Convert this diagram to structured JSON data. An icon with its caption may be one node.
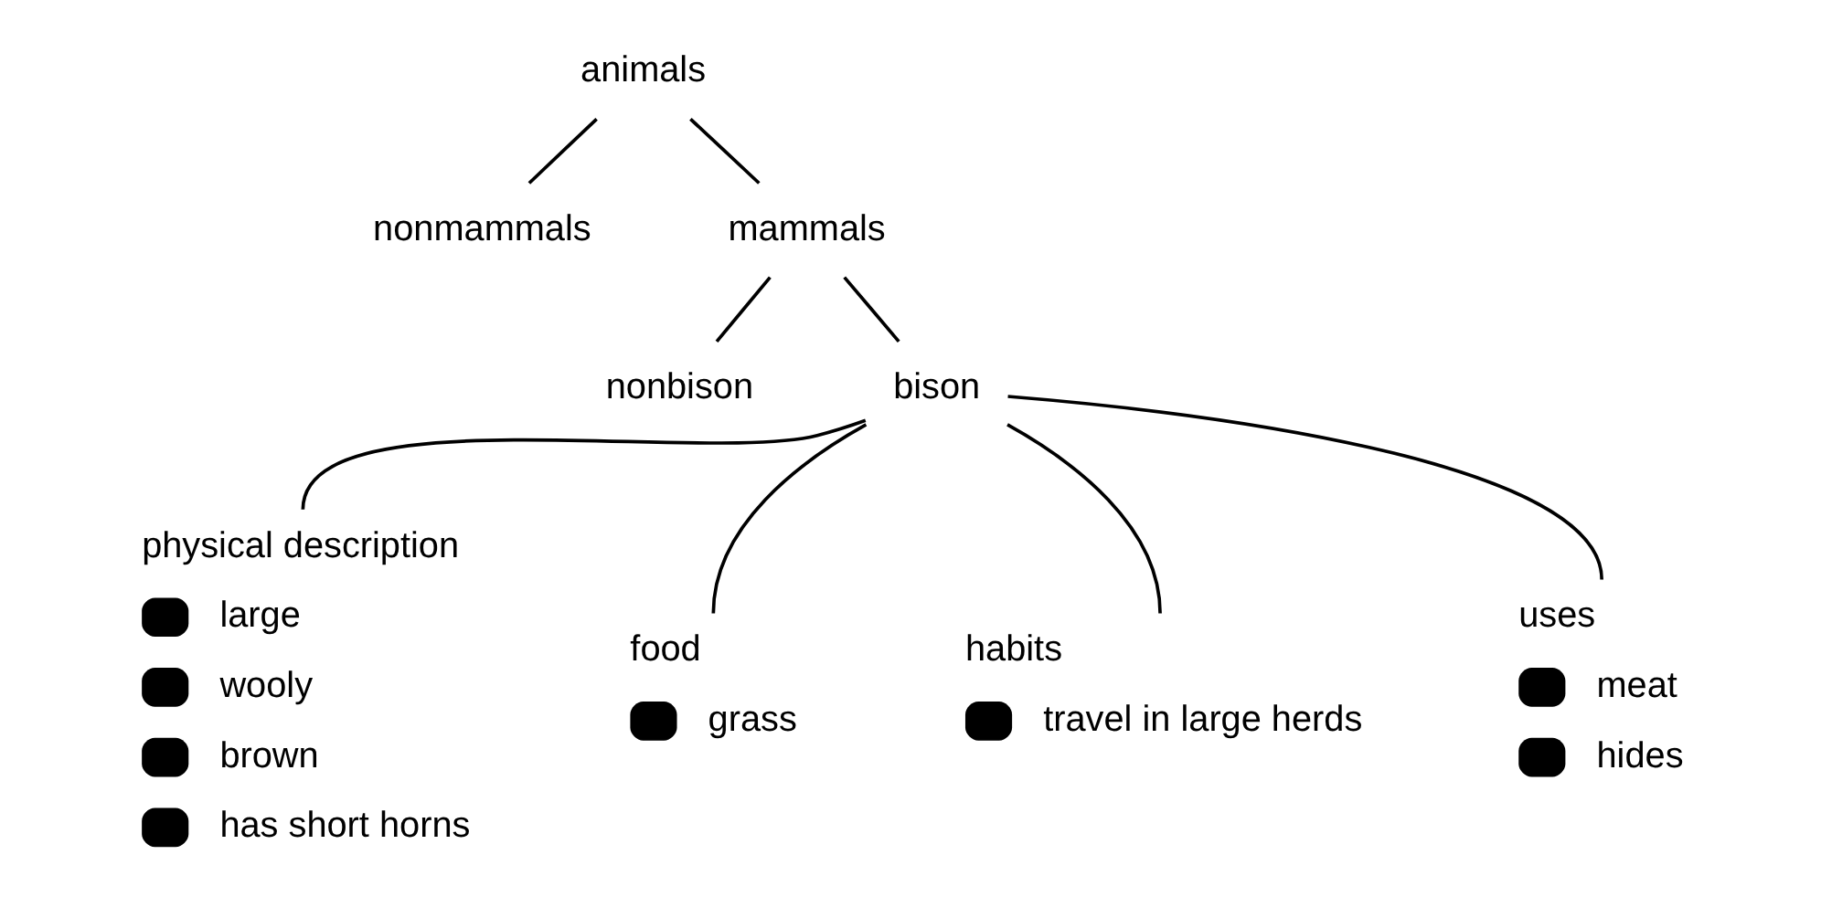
{
  "diagram": {
    "nodes": [
      {
        "text": [
          "animals"
        ]
      },
      {
        "text": [
          "nonmammals"
        ]
      },
      {
        "text": [
          "mammals"
        ]
      },
      {
        "text": [
          "nonbison"
        ]
      },
      {
        "text": [
          "bison"
        ]
      },
      {
        "text": [
          "physical description",
          "large",
          "wooly",
          "brown",
          "has short horns"
        ]
      },
      {
        "text": [
          "food",
          "grass"
        ]
      },
      {
        "text": [
          "habits",
          "travel in large herds"
        ]
      },
      {
        "text": [
          "uses",
          "meat",
          "hides"
        ]
      }
    ],
    "edges": [
      {
        "from": 0,
        "to": 1,
        "arrow": "none"
      },
      {
        "from": 0,
        "to": 2,
        "arrow": "none"
      },
      {
        "from": 2,
        "to": 3,
        "arrow": "none"
      },
      {
        "from": 2,
        "to": 4,
        "arrow": "none"
      },
      {
        "from": 4,
        "to": 5,
        "arrow": "none"
      },
      {
        "from": 4,
        "to": 6,
        "arrow": "none"
      },
      {
        "from": 4,
        "to": 7,
        "arrow": "none"
      },
      {
        "from": 4,
        "to": 8,
        "arrow": "none"
      }
    ]
  }
}
